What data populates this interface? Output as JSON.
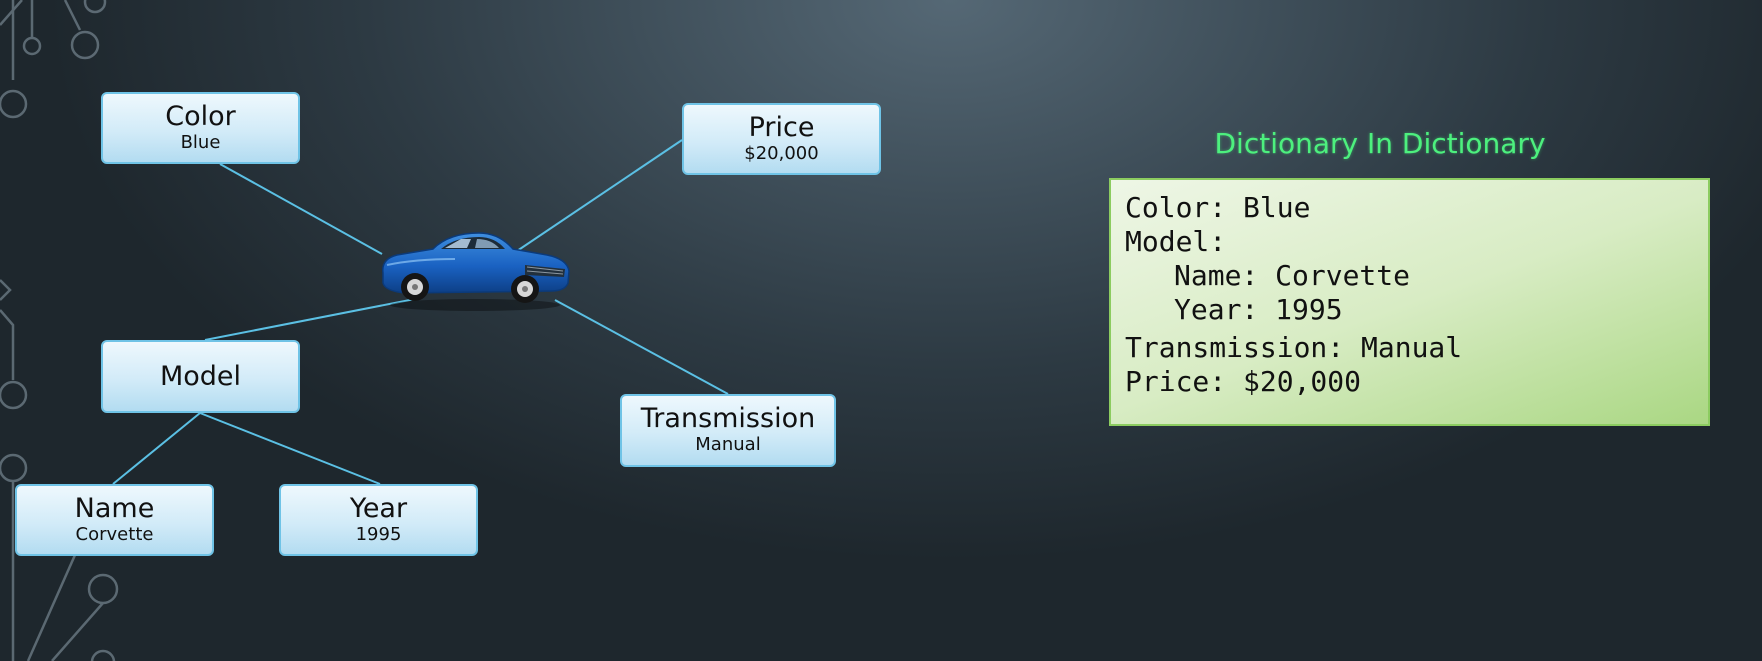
{
  "diagram": {
    "nodes": [
      {
        "id": "color",
        "title": "Color",
        "value": "Blue"
      },
      {
        "id": "price",
        "title": "Price",
        "value": "$20,000"
      },
      {
        "id": "model",
        "title": "Model",
        "value": ""
      },
      {
        "id": "transmission",
        "title": "Transmission",
        "value": "Manual"
      },
      {
        "id": "name",
        "title": "Name",
        "value": "Corvette"
      },
      {
        "id": "year",
        "title": "Year",
        "value": "1995"
      }
    ],
    "edges": [
      [
        "car",
        "color"
      ],
      [
        "car",
        "price"
      ],
      [
        "car",
        "model"
      ],
      [
        "car",
        "transmission"
      ],
      [
        "model",
        "name"
      ],
      [
        "model",
        "year"
      ]
    ],
    "center_icon": "blue-car-icon",
    "line_color": "#5bc0e4"
  },
  "dictionary_panel": {
    "title": "Dictionary In Dictionary",
    "title_color": "#4df07e",
    "lines": [
      "Color: Blue",
      "Model:",
      "Name: Corvette",
      "Year: 1995",
      "Transmission: Manual",
      "Price: $20,000"
    ]
  }
}
